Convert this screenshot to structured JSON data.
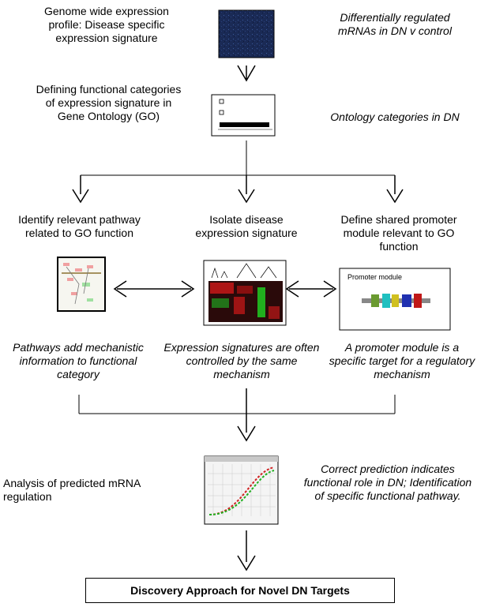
{
  "steps": {
    "expression_profile": "Genome wide expression profile: Disease specific expression signature",
    "functional_categories": "Defining functional categories of expression signature in Gene Ontology (GO)",
    "pathway": "Identify relevant pathway related to GO function",
    "isolate_signature": "Isolate disease expression signature",
    "promoter": "Define shared promoter module relevant to GO function",
    "analysis": "Analysis of predicted mRNA regulation"
  },
  "outcomes": {
    "differentially_regulated": "Differentially regulated mRNAs in DN v control",
    "ontology_categories": "Ontology categories in DN",
    "pathways_add": "Pathways add mechanistic information to functional category",
    "signatures_controlled": "Expression signatures are often controlled by the same mechanism",
    "promoter_target": "A promoter module is a specific target for a regulatory mechanism",
    "correct_prediction": "Correct prediction indicates functional role in DN; Identification of specific functional pathway."
  },
  "thumbnails": {
    "promoter_module_label": "Promoter module"
  },
  "final_box": "Discovery Approach for Novel DN Targets",
  "colors": {
    "heatmap_red": "#d01818",
    "heatmap_green": "#20c020",
    "microarray_blue": "#1a2a55"
  }
}
